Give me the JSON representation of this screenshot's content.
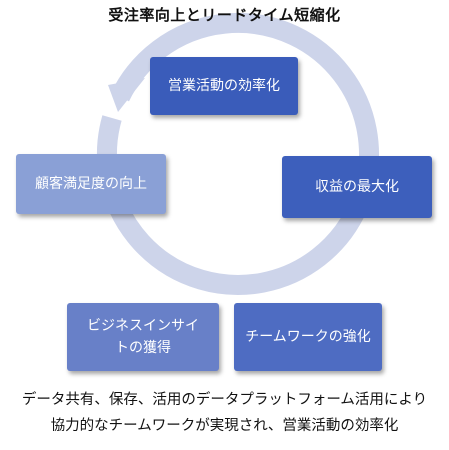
{
  "title": "受注率向上とリードタイム短縮化",
  "cycle": [
    {
      "label": "営業活動の効率化"
    },
    {
      "label": "収益の最大化"
    },
    {
      "label": "チームワークの強化"
    },
    {
      "label": "ビジネスインサイトの獲得"
    },
    {
      "label": "顧客満足度の向上"
    }
  ],
  "caption": {
    "line1": "データ共有、保存、活用のデータプラットフォーム活用により",
    "line2": "協力的なチームワークが実現され、営業活動の効率化"
  },
  "colors": {
    "ring": "#cdd4ea",
    "box_dark": "#3a5cba",
    "box_mid": "#5a78c4",
    "box_light": "#8aa0d6"
  }
}
